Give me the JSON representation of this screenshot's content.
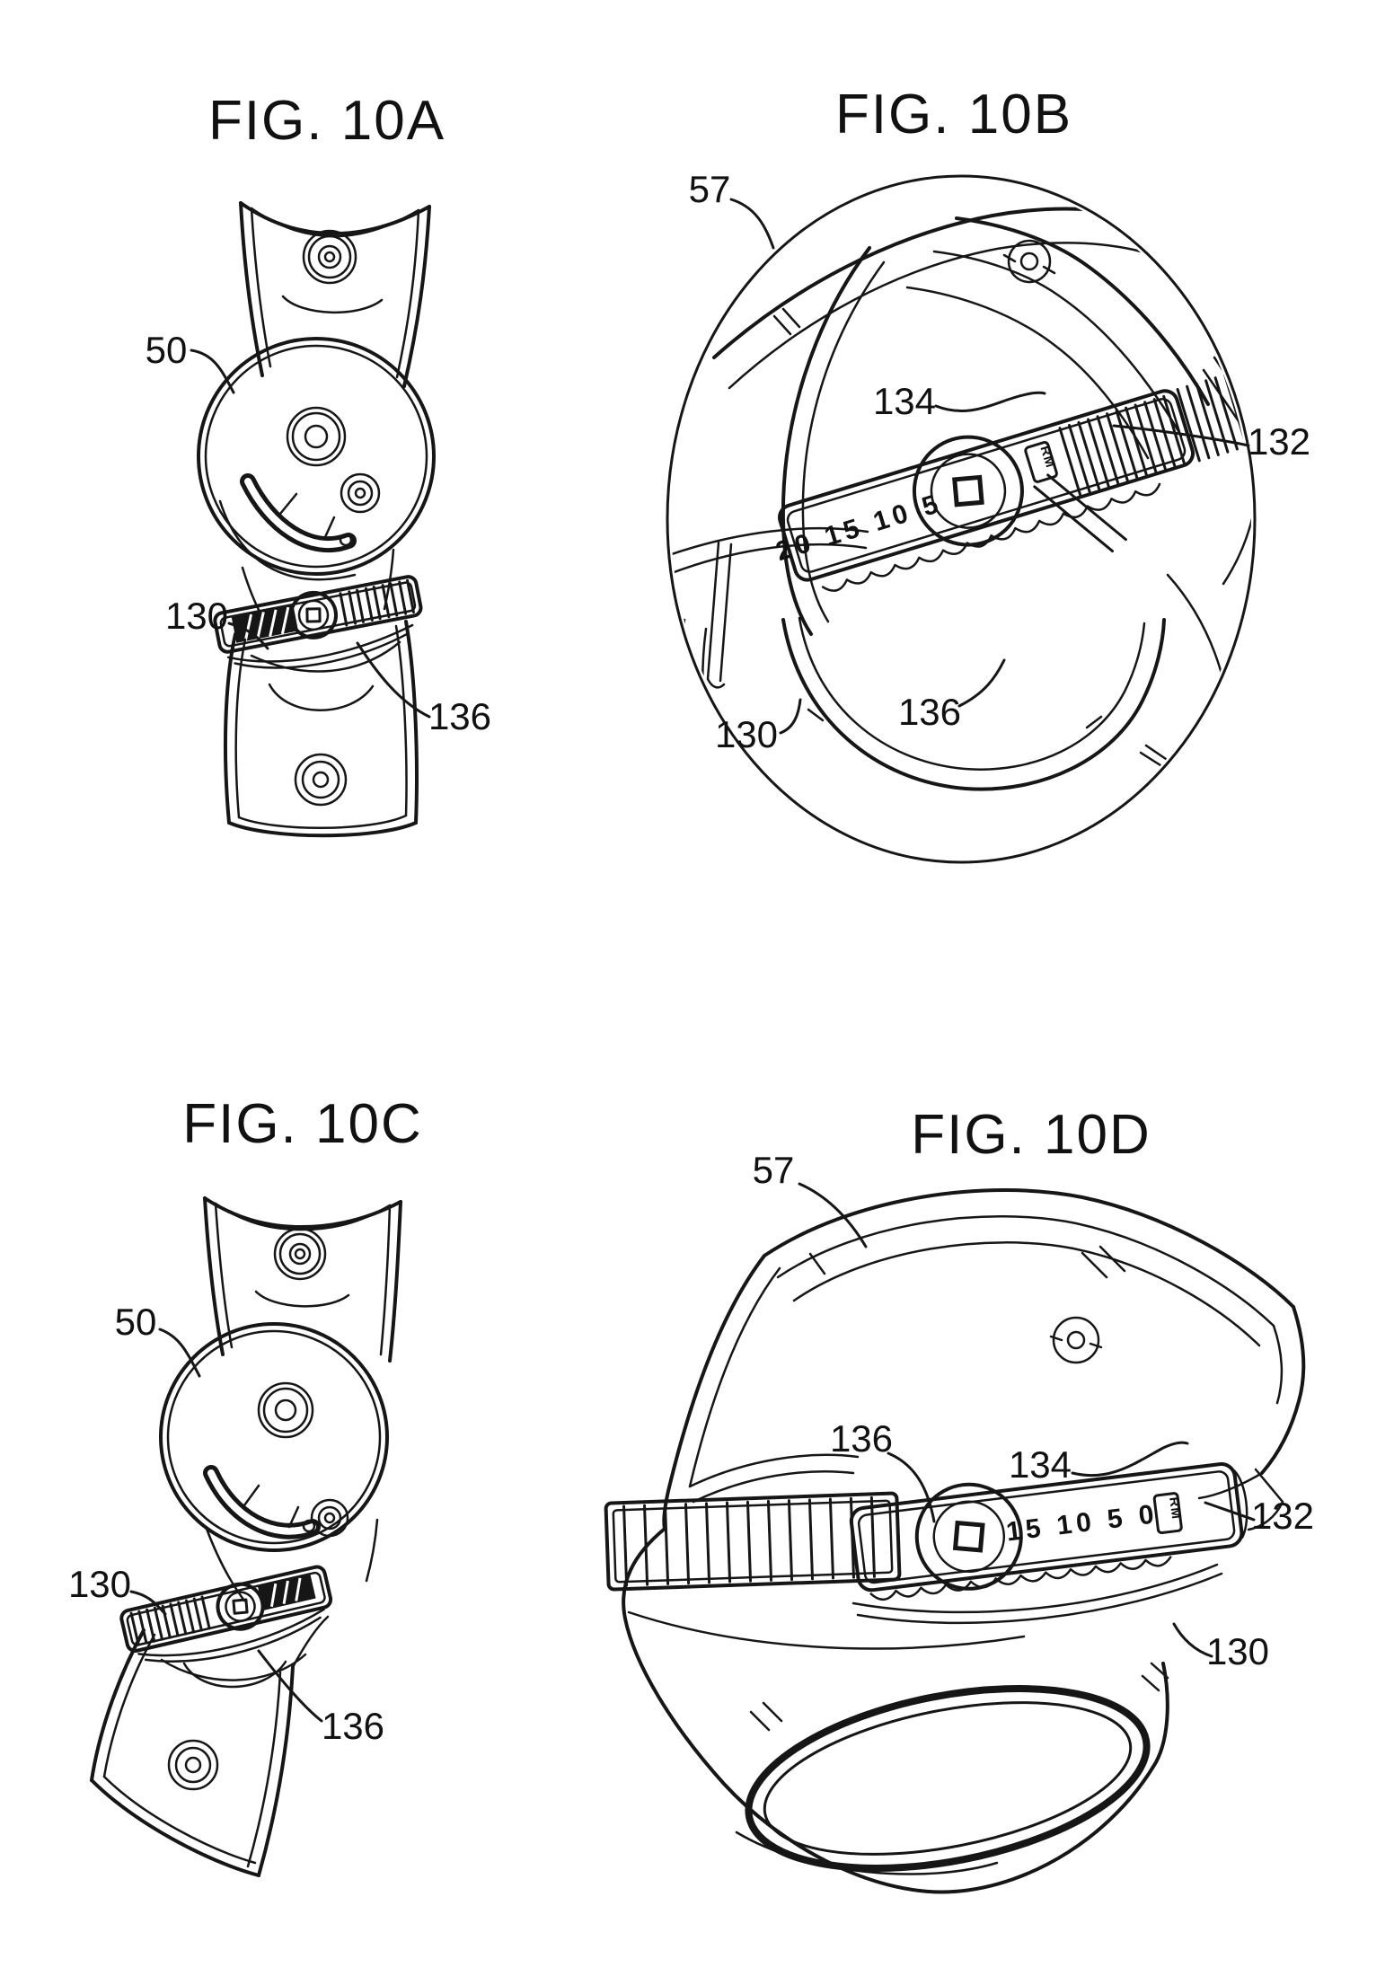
{
  "page": {
    "background": "#ffffff",
    "ink_color": "#161616",
    "description_text": ""
  },
  "figures": [
    {
      "id": "fig-10a",
      "title": "FIG. 10A",
      "labels": [
        {
          "ref": "50"
        },
        {
          "ref": "130"
        },
        {
          "ref": "136"
        }
      ]
    },
    {
      "id": "fig-10b",
      "title": "FIG. 10B",
      "labels": [
        {
          "ref": "57"
        },
        {
          "ref": "134"
        },
        {
          "ref": "132"
        },
        {
          "ref": "136"
        },
        {
          "ref": "130"
        }
      ],
      "scale_numbers": "20 15 10 5",
      "dial_marking": "RM"
    },
    {
      "id": "fig-10c",
      "title": "FIG. 10C",
      "labels": [
        {
          "ref": "50"
        },
        {
          "ref": "130"
        },
        {
          "ref": "136"
        }
      ]
    },
    {
      "id": "fig-10d",
      "title": "FIG. 10D",
      "labels": [
        {
          "ref": "57"
        },
        {
          "ref": "136"
        },
        {
          "ref": "134"
        },
        {
          "ref": "132"
        },
        {
          "ref": "130"
        }
      ],
      "scale_numbers": "15 10 5 0",
      "dial_marking": "RM"
    }
  ]
}
